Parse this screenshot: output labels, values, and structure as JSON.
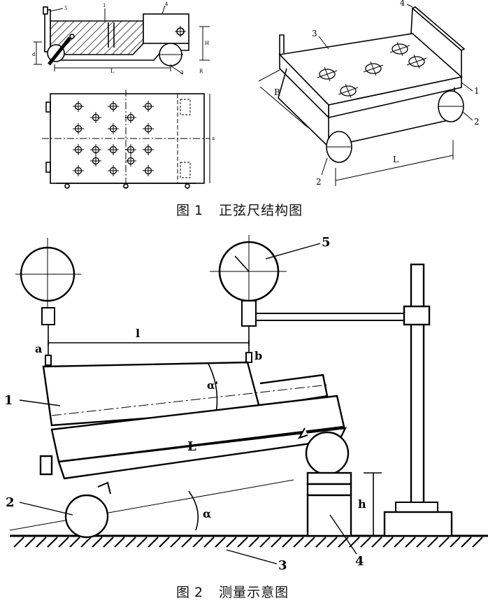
{
  "figure1": {
    "caption_prefix": "图",
    "caption_number": "1",
    "caption_text": "正弦尺结构图",
    "isometric_labels": {
      "one": "1",
      "two_right": "2",
      "two_left": "2",
      "three": "3",
      "four": "4",
      "B": "B",
      "L": "L"
    },
    "side_view_labels": {
      "one": "1",
      "three": "3",
      "four": "4",
      "five": "5",
      "d": "d",
      "H": "H",
      "L": "L",
      "R": "R"
    }
  },
  "figure2": {
    "caption_prefix": "图",
    "caption_number": "2",
    "caption_text": "测量示意图",
    "labels": {
      "a": "a",
      "b": "b",
      "l": "l",
      "L": "L",
      "alpha": "α",
      "alpha_prime": "α'",
      "h": "h",
      "one": "1",
      "two": "2",
      "three": "3",
      "four": "4",
      "five": "5"
    }
  }
}
